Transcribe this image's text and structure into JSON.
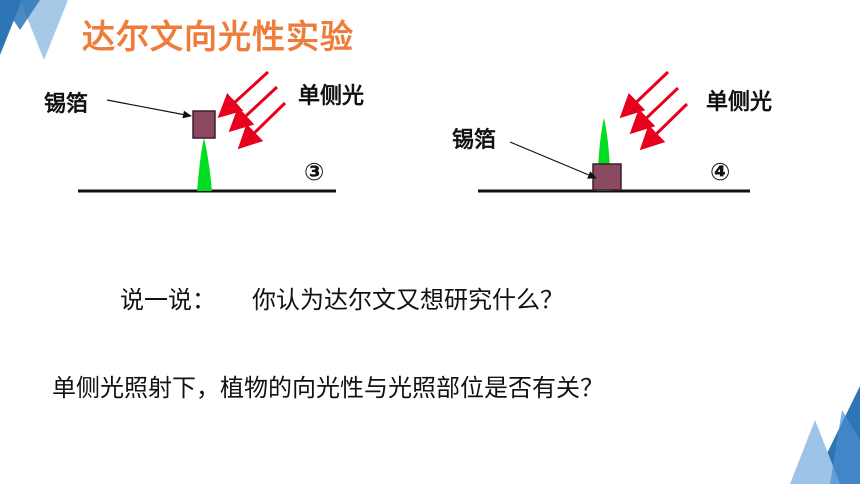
{
  "title": "达尔文向光性实验",
  "diagrams": [
    {
      "foil_label": "锡箔",
      "light_label": "单侧光",
      "number": "③"
    },
    {
      "foil_label": "锡箔",
      "light_label": "单侧光",
      "number": "④"
    }
  ],
  "question1": {
    "prefix": "说一说：",
    "text": "你认为达尔文又想研究什么？"
  },
  "question2": "单侧光照射下，植物的向光性与光照部位是否有关？",
  "colors": {
    "title": "#ee7d3b",
    "foil": "#8b4a62",
    "seedling": "#00dd22",
    "light": "#e8001c",
    "corner_blue_dark": "#2e75b6",
    "corner_blue_light": "#9dc3e6"
  }
}
